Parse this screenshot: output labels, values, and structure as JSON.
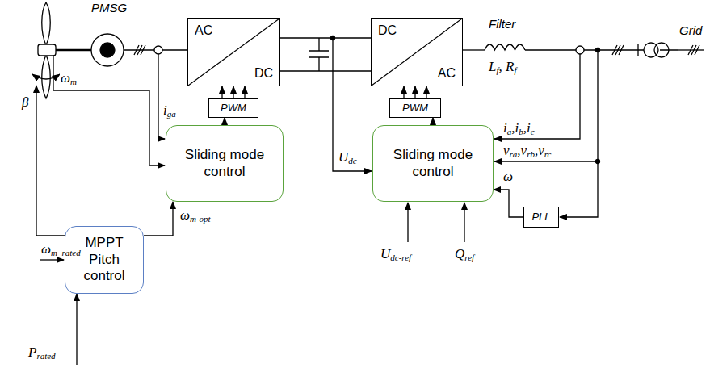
{
  "diagram": {
    "nodes": [
      {
        "text": [
          "AC",
          "DC"
        ]
      },
      {
        "text": [
          "DC",
          "AC"
        ]
      },
      {
        "text": [
          "PWM"
        ]
      },
      {
        "text": [
          "PWM"
        ]
      },
      {
        "text": [
          "Sliding mode control"
        ]
      },
      {
        "text": [
          "Sliding mode control"
        ]
      },
      {
        "text": [
          "MPPT Pitch control"
        ]
      },
      {
        "text": [
          "PLL"
        ]
      }
    ],
    "edges": [
      {
        "from": 4,
        "to": 2,
        "arrow": "to"
      },
      {
        "from": 2,
        "to": 0,
        "arrow": "to"
      },
      {
        "from": 5,
        "to": 3,
        "arrow": "to"
      },
      {
        "from": 3,
        "to": 1,
        "arrow": "to"
      },
      {
        "from": 6,
        "to": 4,
        "label": "ωm-opt",
        "arrow": "to"
      },
      {
        "from": 7,
        "to": 5,
        "label": "ω",
        "arrow": "to"
      }
    ],
    "labels": [
      "PMSG",
      "β",
      "ωm",
      "iga",
      "ωm_rated",
      "Prated",
      "Udc",
      "Udc-ref",
      "Qref",
      "ia,ib,ic",
      "vra,vrb,vrc",
      "Filter",
      "Lf, Rf",
      "Grid"
    ]
  }
}
